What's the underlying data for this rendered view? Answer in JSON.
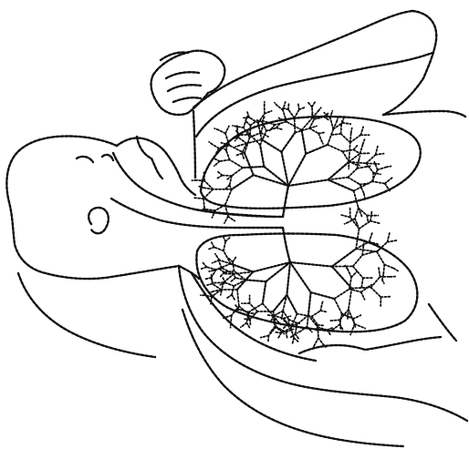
{
  "figure": {
    "subject": "respiratory-system-sketch",
    "ink_color": "#111111",
    "paper_color": "#ffffff",
    "style": "dotted-pixel-line-art",
    "parts": [
      "head-profile",
      "hand",
      "arm",
      "trachea",
      "left-lung",
      "right-lung",
      "bronchial-tree",
      "torso"
    ],
    "labels": []
  }
}
